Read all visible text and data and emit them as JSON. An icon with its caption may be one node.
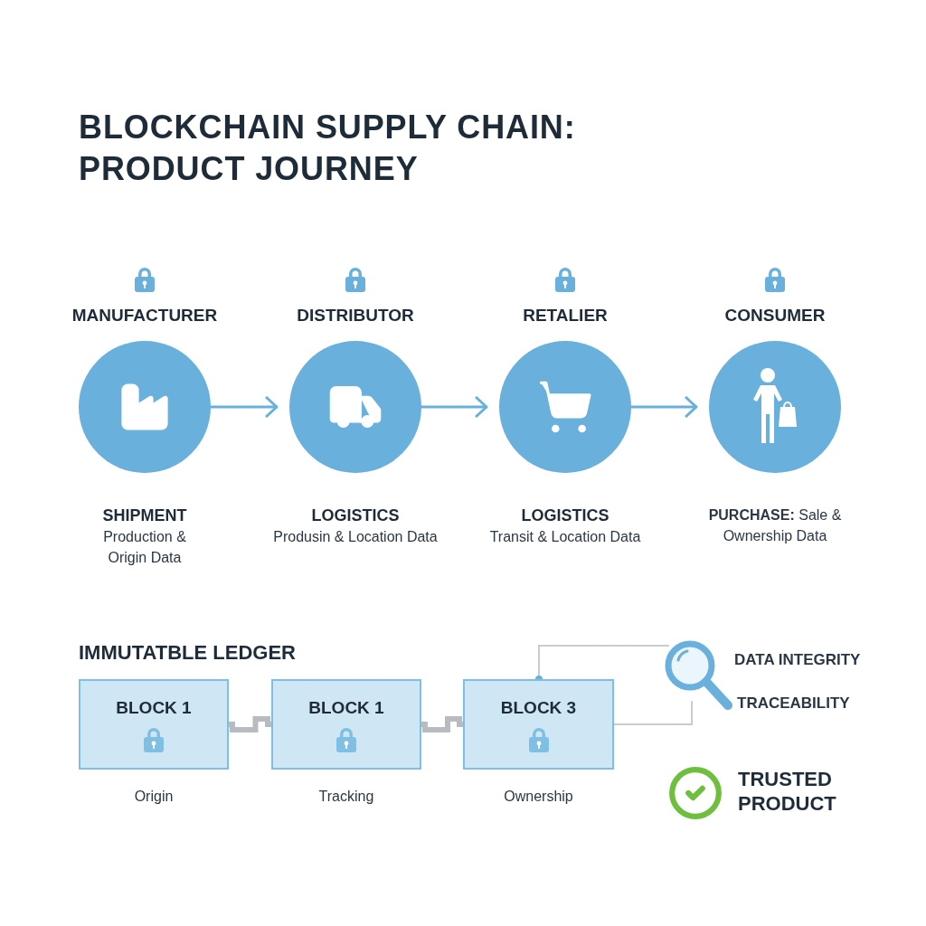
{
  "diagram": {
    "title": "BLOCKCHAIN SUPPLY CHAIN: PRODUCT JOURNEY",
    "nodes": [
      {
        "text": [
          "MANUFACTURER"
        ],
        "beside": [
          "SHIPMENT",
          "Production & Origin Data"
        ]
      },
      {
        "text": [
          "DISTRIBUTOR"
        ],
        "beside": [
          "LOGISTICS",
          "Produsin & Location Data"
        ]
      },
      {
        "text": [
          "RETALIER"
        ],
        "beside": [
          "LOGISTICS",
          "Transit & Location Data"
        ]
      },
      {
        "text": [
          "CONSUMER"
        ],
        "beside": [
          "**PURCHASE:** Sale & Ownership Data"
        ]
      },
      {
        "text": [
          "BLOCK 1"
        ],
        "beside": [
          "Origin"
        ]
      },
      {
        "text": [
          "BLOCK 1"
        ],
        "beside": [
          "Tracking"
        ]
      },
      {
        "text": [
          "BLOCK 3"
        ],
        "beside": [
          "Ownership"
        ]
      },
      {
        "text": [],
        "shape": "magnifier"
      }
    ],
    "edges": [
      {
        "from": 0,
        "to": 1,
        "arrow": "to"
      },
      {
        "from": 1,
        "to": 2,
        "arrow": "to"
      },
      {
        "from": 2,
        "to": 3,
        "arrow": "to"
      },
      {
        "from": 4,
        "to": 5,
        "arrow": "none",
        "style": "thick",
        "color": "#b8bcc0"
      },
      {
        "from": 5,
        "to": 6,
        "arrow": "none",
        "style": "thick",
        "color": "#b8bcc0"
      },
      {
        "from": 6,
        "to": 7,
        "arrow": "other",
        "color": "#c8ccd0"
      },
      {
        "from": 6,
        "to": 7,
        "arrow": "none",
        "color": "#c8ccd0"
      }
    ],
    "labels": [
      "IMMUTATBLE LEDGER",
      "DATA INTEGRITY",
      "TRACEABILITY",
      "TRUSTED PRODUCT"
    ]
  }
}
